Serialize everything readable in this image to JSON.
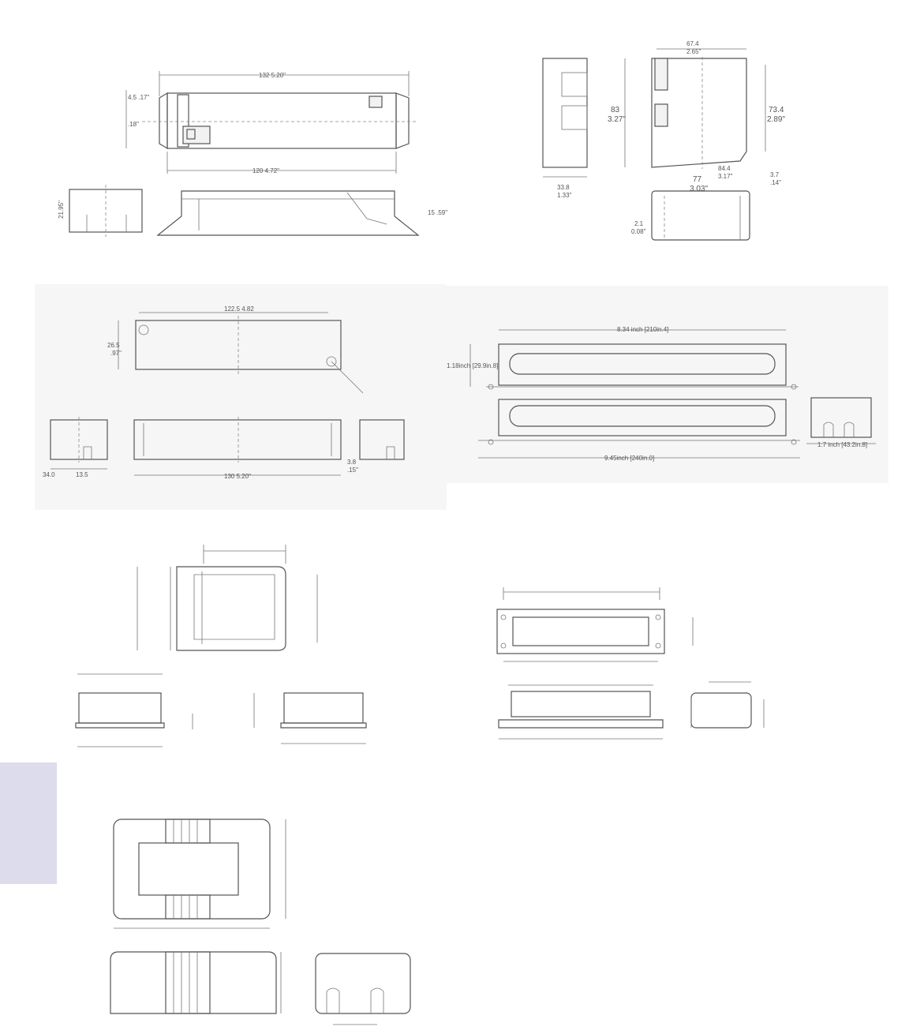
{
  "drawings": {
    "d1": {
      "labels": [
        "132 5.20\"",
        "120 4.72\"",
        "4.5 .17\"",
        ".18\"",
        "21.95\"",
        "15 .59\""
      ]
    },
    "d2": {
      "labels": [
        "67.4",
        "2.65\"",
        "83",
        "3.27\"",
        "73.4",
        "2.89\"",
        "33.8",
        "1.33\"",
        "77",
        "3.03\"",
        "84.4",
        "3.17\"",
        "3.7",
        ".14\"",
        "2.1",
        "0.08\""
      ]
    },
    "d3": {
      "labels": [
        "122.5 4.82",
        "26.5",
        ".97\"",
        "34.0",
        "13.5",
        "130 5.20\"",
        "3.8",
        ".15\""
      ]
    },
    "d4": {
      "labels": [
        "8.34 inch [210in.4]",
        "1.18inch [29.9in.8]",
        "9.45inch [240in.0]",
        "1.7 inch [43.2in.8]"
      ]
    }
  },
  "colors": {
    "side_tab": "#dcdcec",
    "line": "#555555"
  }
}
